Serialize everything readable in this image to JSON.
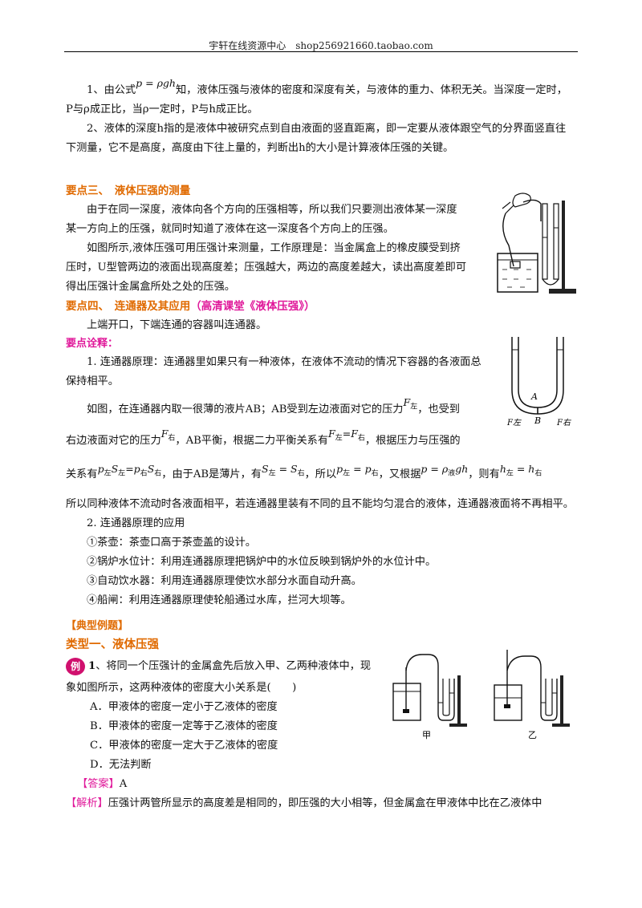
{
  "header": {
    "text": "宇轩在线资源中心　shop256921660.taobao.com"
  },
  "intro": {
    "p1_pre": "1、由公式",
    "p1_formula": "p = ρgh",
    "p1_post": "知，液体压强与液体的密度和深度有关，与液体的重力、体积无关。当深度一定时，",
    "p1b": "P与ρ成正比，当ρ一定时，P与h成正比。",
    "p2": "2、液体的深度h指的是液体中被研究点到自由液面的竖直距离，即一定要从液体跟空气的分界面竖直往下测量，它不是高度，高度由下往上量的，判断出h的大小是计算液体压强的关键。"
  },
  "section3": {
    "title": "要点三、　液体压强的测量",
    "p1": "由于在同一深度，液体向各个方向的压强相等，所以我们只要测出液体某一深度某一方向上的压强，就同时知道了液体在这一深度各个方向上的压强。",
    "p2": "如图所示,液体压强可用压强计来测量，工作原理是：当金属盒上的橡皮膜受到挤压时，U型管两边的液面出现高度差；压强越大，两边的高度差越大，读出高度差即可得出压强计金属盒所处之处的压强。"
  },
  "section4": {
    "title": "要点四、　连通器及其应用",
    "title_suffix": "（高清课堂《液体压强》）",
    "def": "上端开口，下端连通的容器叫连通器。",
    "sub_title": "要点诠释：",
    "p1": "1. 连通器原理：连通器里如果只有一种液体，在液体不流动的情况下容器的各液面总保持相平。",
    "p2_a": "如图，在连通器内取一很薄的液片AB；AB受到左边液面对它的压力",
    "p2_b": "，也受到",
    "p3_a": "右边液面对它的压力",
    "p3_b": "，AB平衡，根据二力平衡关系有",
    "p3_c": "，根据压力与压强的",
    "p4_a": "关系有",
    "p4_b": "，由于AB是薄片，有",
    "p4_c": "，所以",
    "p4_d": "，又根据",
    "p4_e": "，则有",
    "p5": "所以同种液体不流动时各液面相平，若连通器里装有不同的且不能均匀混合的液体，连通器液面将不再相平。",
    "app_title": "2. 连通器原理的应用",
    "apps": [
      "①茶壶：茶壶口高于茶壶盖的设计。",
      "②锅炉水位计：利用连通器原理把锅炉中的水位反映到锅炉外的水位计中。",
      "③自动饮水器：利用连通器原理使饮水部分水面自动升高。",
      "④船闸：利用连通器原理使轮船通过水库，拦河大坝等。"
    ],
    "fig_labels": {
      "A": "A",
      "B": "B",
      "left": "F左",
      "right": "F右"
    }
  },
  "examples": {
    "title": "【典型例题】",
    "type_title": "类型一、液体压强",
    "badge": "例",
    "q_num": "1",
    "q_text": "、将同一个压强计的金属盒先后放入甲、乙两种液体中，现",
    "q_text2": "象如图所示，这两种液体的密度大小关系是(　　)",
    "options": [
      "A．甲液体的密度一定小于乙液体的密度",
      "B．甲液体的密度一定等于乙液体的密度",
      "C．甲液体的密度一定大于乙液体的密度",
      "D．无法判断"
    ],
    "answer_tag": "【答案】",
    "answer": "A",
    "analysis_tag": "【解析】",
    "analysis": "压强计两管所显示的高度差是相同的，即压强的大小相等，但金属盒在甲液体中比在乙液体中",
    "fig_labels": {
      "jia": "甲",
      "yi": "乙"
    }
  }
}
